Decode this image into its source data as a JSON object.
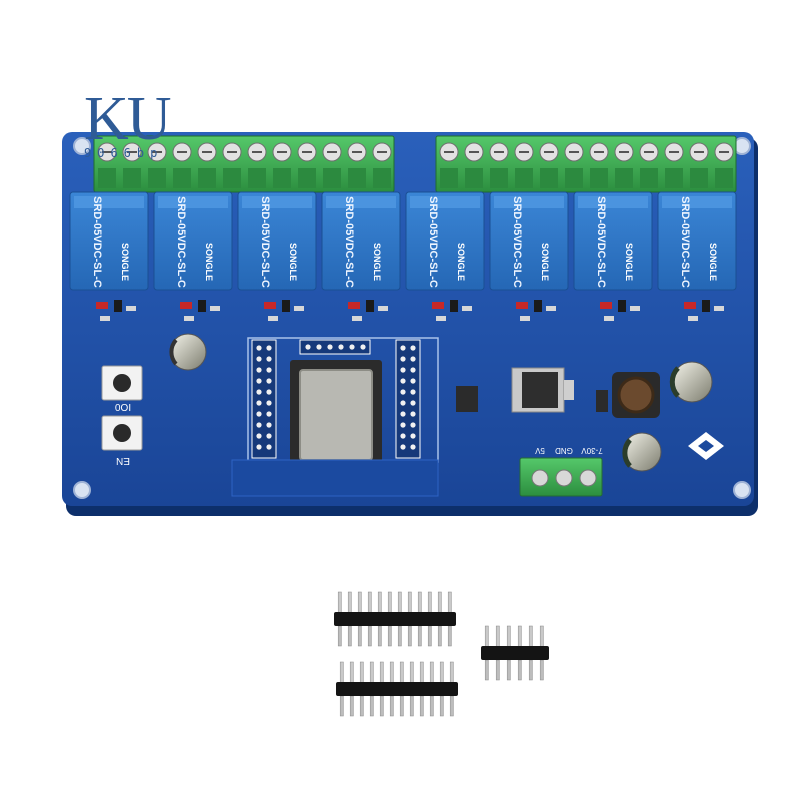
{
  "watermark": {
    "logo": "KU",
    "subtext": "9066bp"
  },
  "board": {
    "relay_count": 8,
    "relay_marking": {
      "brand": "SONGLE",
      "model": "SRD-05VDC-SL-C"
    },
    "buttons": {
      "io0_label": "IO0",
      "en_label": "EN"
    },
    "power_labels": {
      "v_5": "5V",
      "gnd": "GND",
      "v_range": "7-30V"
    },
    "colors": {
      "pcb": "#1e4fa8",
      "relay": "#2f78c8",
      "terminal": "#3cae52"
    }
  },
  "pin_headers": [
    {
      "name": "header-strip-1",
      "pins": 12
    },
    {
      "name": "header-strip-2",
      "pins": 12
    },
    {
      "name": "header-strip-3",
      "pins": 6
    }
  ]
}
